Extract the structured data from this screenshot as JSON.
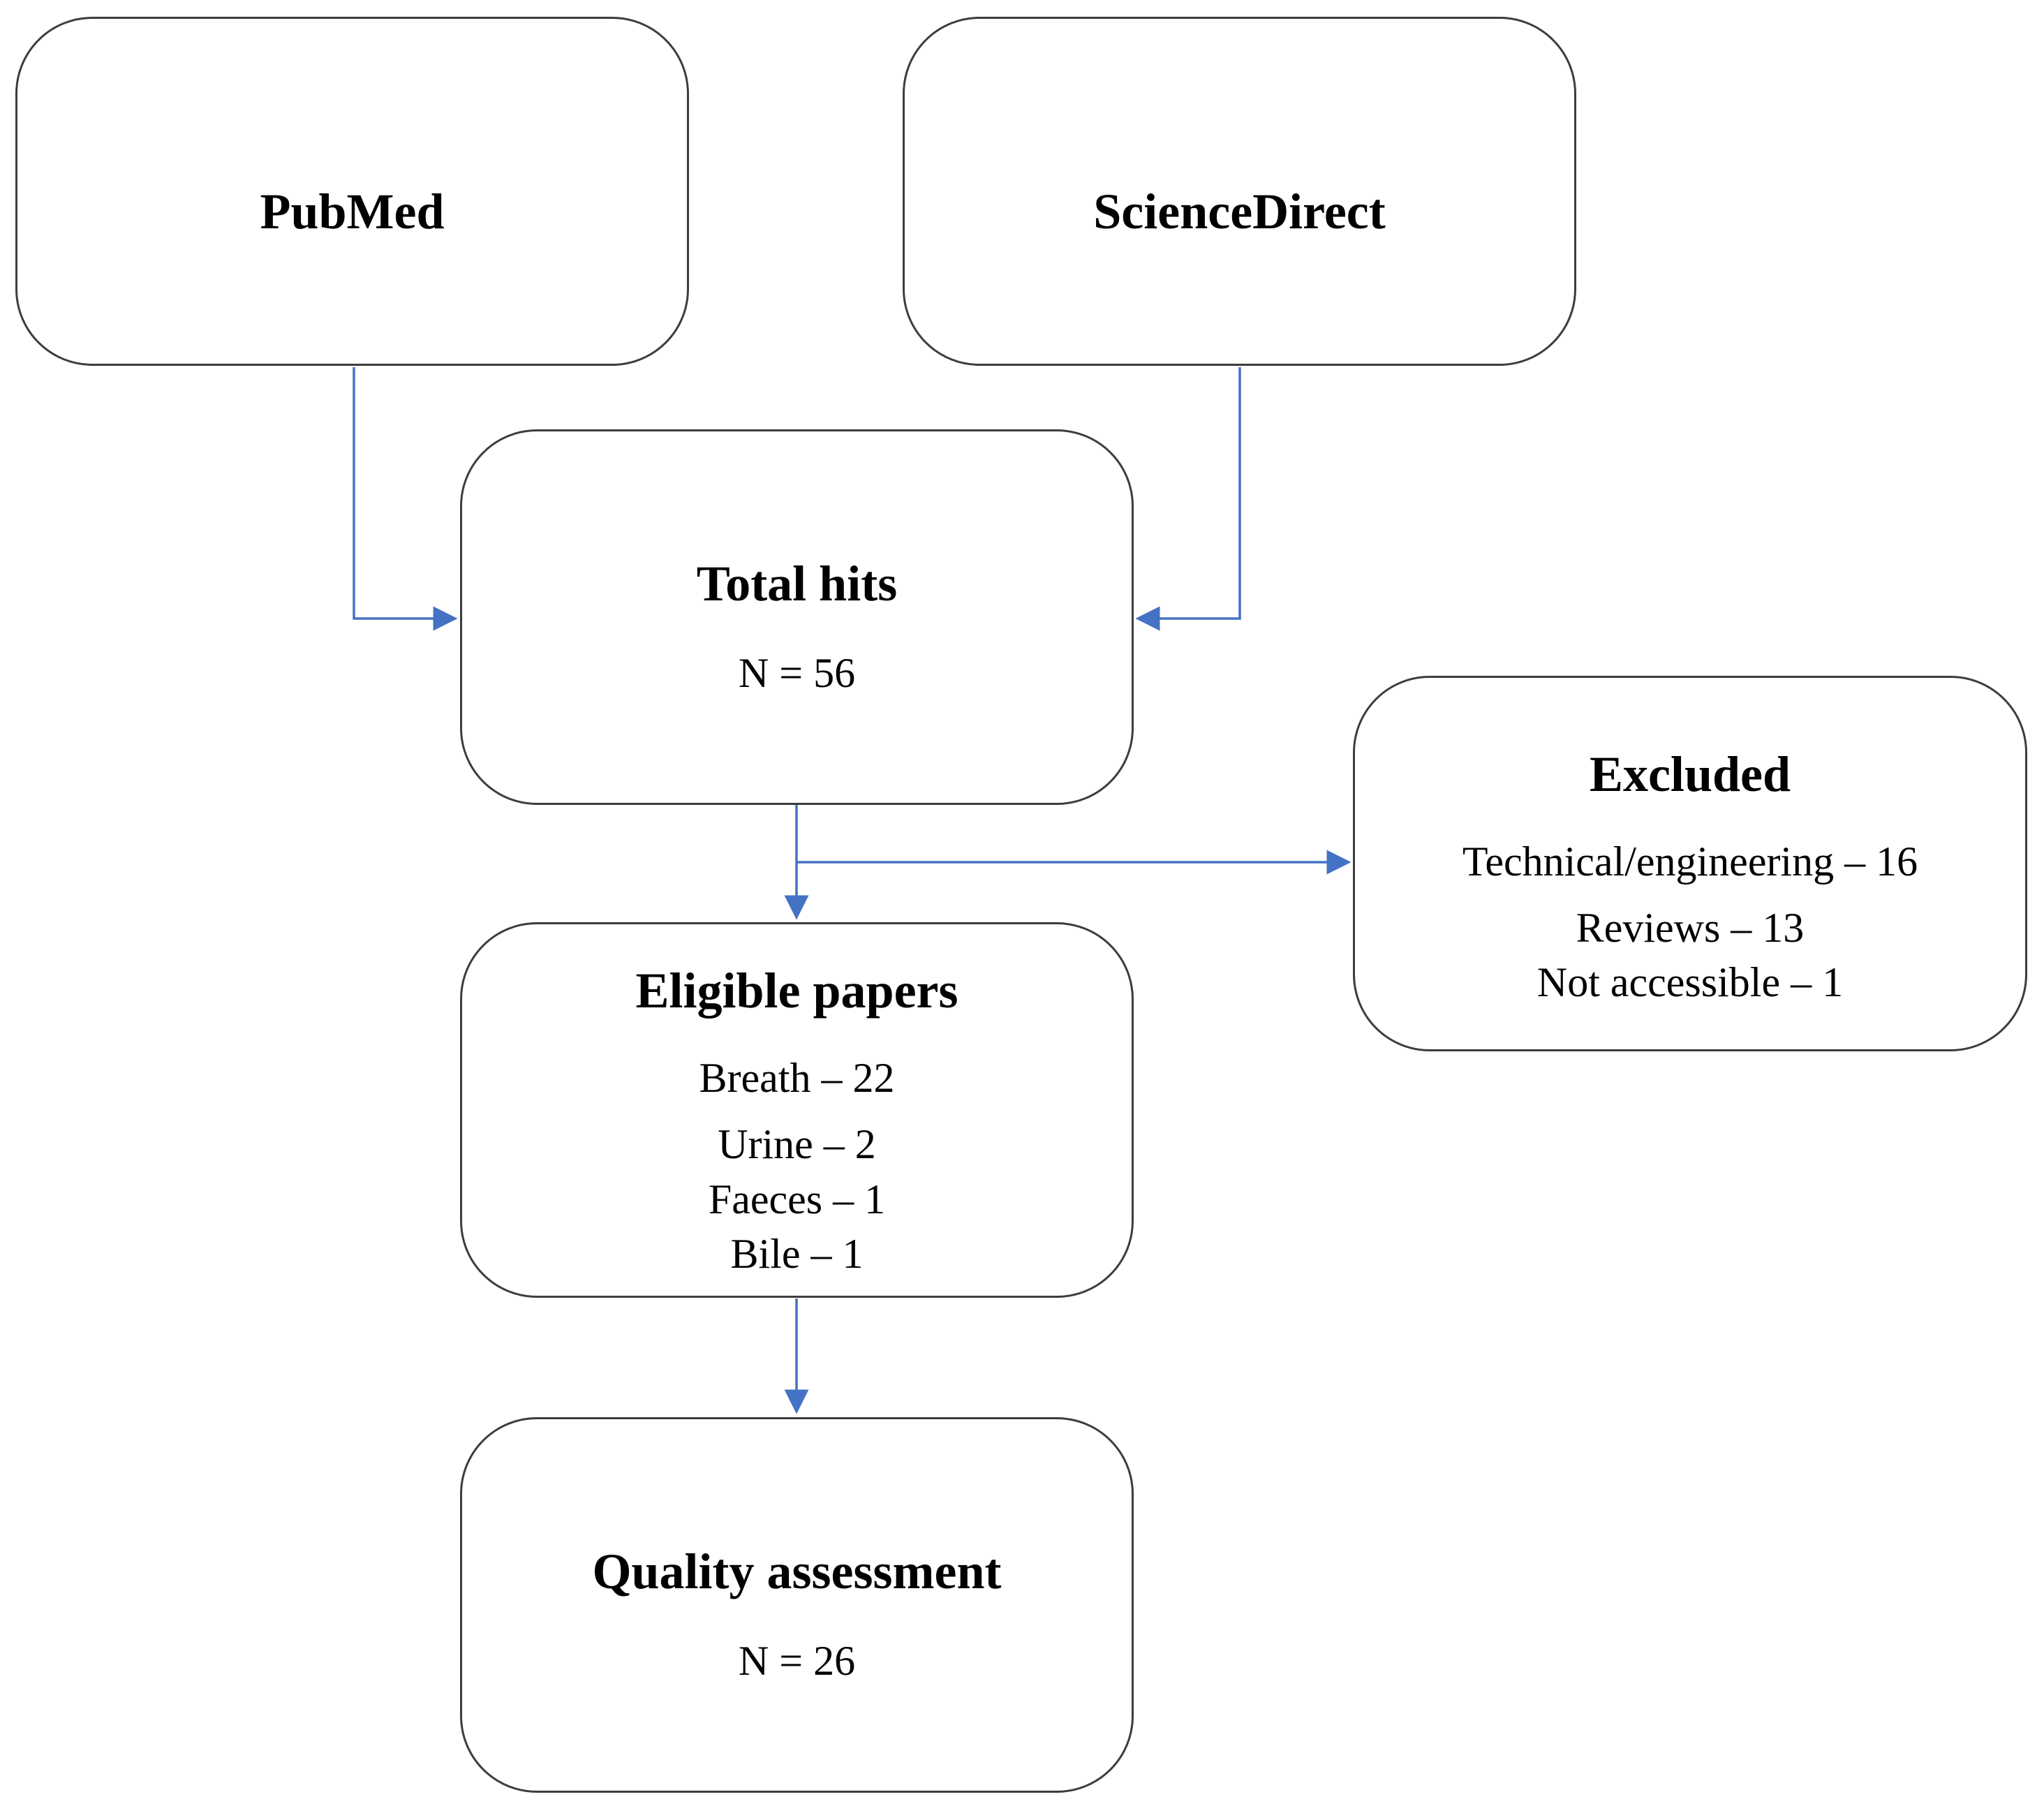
{
  "boxes": {
    "pubmed": {
      "title": "PubMed"
    },
    "sciencedirect": {
      "title": "ScienceDirect"
    },
    "total_hits": {
      "title": "Total hits",
      "lines": [
        "N = 56"
      ]
    },
    "excluded": {
      "title": "Excluded",
      "lines": [
        "Technical/engineering  – 16",
        "Reviews  – 13",
        "Not accessible  – 1"
      ]
    },
    "eligible": {
      "title": "Eligible papers",
      "lines": [
        "Breath  – 22",
        "Urine  – 2",
        "Faeces – 1",
        "Bile  – 1"
      ]
    },
    "quality": {
      "title": "Quality assessment",
      "lines": [
        "N = 26"
      ]
    }
  },
  "colors": {
    "connector": "#4472c4",
    "box_border": "#3d3d3d"
  }
}
